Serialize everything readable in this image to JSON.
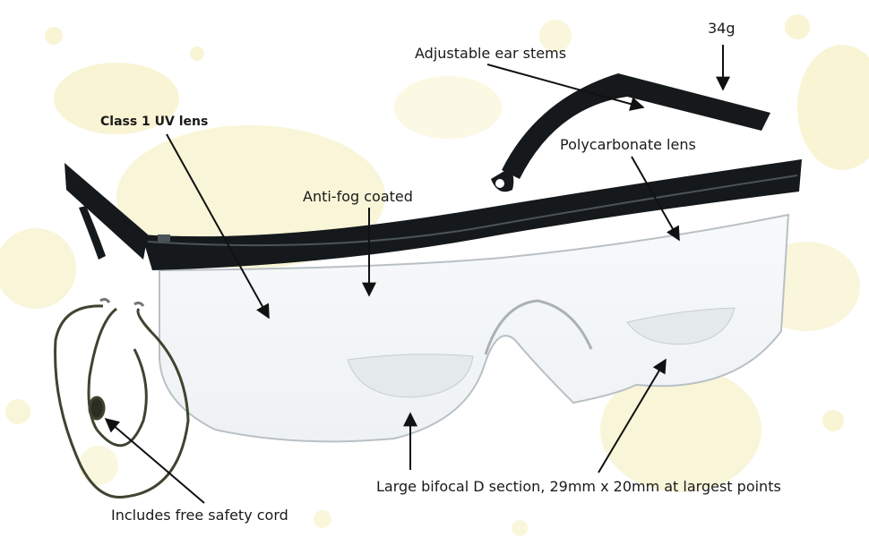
{
  "annotations": {
    "weight": "34g",
    "ear_stems": "Adjustable ear stems",
    "uv_lens": "Class 1 UV lens",
    "polycarbonate": "Polycarbonate lens",
    "anti_fog": "Anti-fog coated",
    "bifocal": "Large bifocal D section, 29mm x 20mm at largest points",
    "cord": "Includes free safety cord"
  },
  "colors": {
    "splash": "#f4edb8",
    "splash_light": "#f9f4d3",
    "frame": "#15191b",
    "frame_highlight": "#4a5358",
    "lens_edge": "#b9c0c4",
    "cord": "#3e4430",
    "arrow": "#111111"
  },
  "icons": [
    "safety-glasses",
    "safety-cord"
  ]
}
